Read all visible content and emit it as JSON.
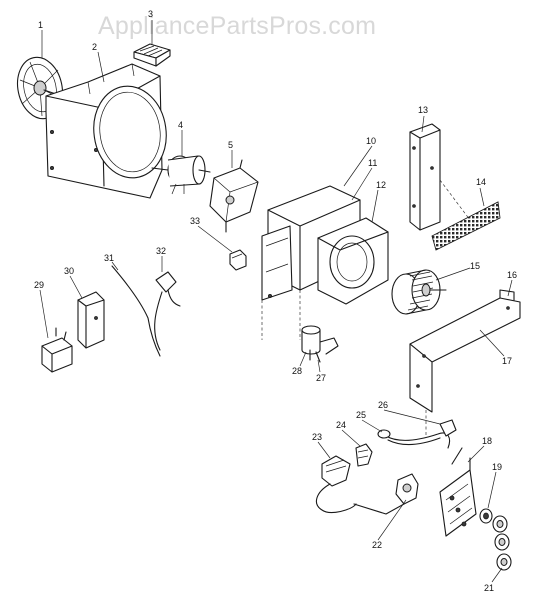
{
  "watermark": "AppliancePartsPros.com",
  "callouts": [
    "1",
    "2",
    "3",
    "4",
    "5",
    "10",
    "11",
    "12",
    "13",
    "14",
    "15",
    "16",
    "17",
    "18",
    "19",
    "21",
    "22",
    "23",
    "24",
    "25",
    "26",
    "27",
    "28",
    "29",
    "30",
    "31",
    "32",
    "33"
  ]
}
